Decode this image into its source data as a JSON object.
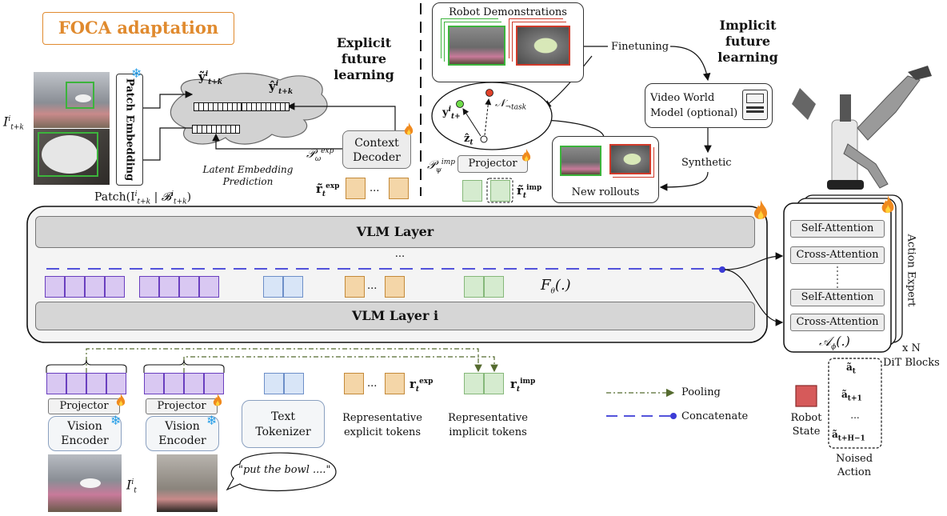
{
  "title": "FOCA adaptation",
  "section_explicit": [
    "Explicit",
    "future",
    "learning"
  ],
  "section_implicit": [
    "Implicit",
    "future",
    "learning"
  ],
  "left": {
    "input_label": "I",
    "input_sup": "i",
    "input_sub": "t+k",
    "patch_embedding": "Patch Embedding",
    "patch_label": "Patch(I",
    "patch_label_tail": " | 𝓑",
    "y_tilde": "ỹ",
    "y_hat": "ŷ",
    "y_sup": "i",
    "y_sub": "t+k",
    "latent_caption": [
      "Latent Embedding",
      "Prediction"
    ],
    "context_decoder": [
      "Context",
      "Decoder"
    ],
    "p_omega": "𝒫",
    "p_omega_sub": "ω",
    "p_omega_sup": "exp",
    "r_exp_tilde": "r̃",
    "r_exp_sub": "t",
    "r_exp_sup": "exp"
  },
  "mid": {
    "robot_demos": "Robot Demonstrations",
    "finetuning": "Finetuning",
    "latent_y": "y",
    "latent_y_sub": "t+",
    "latent_y_sup": "i",
    "latent_n": "𝒩",
    "latent_n_sub": "¬task",
    "latent_z": "ẑ",
    "latent_z_sub": "t",
    "p_psi": "𝒫",
    "p_psi_sub": "ψ",
    "p_psi_sup": "imp",
    "projector": "Projector",
    "r_imp_tilde": "r̃",
    "r_imp_sub": "t",
    "r_imp_sup": "imp",
    "new_rollouts": "New rollouts"
  },
  "right": {
    "world_model": [
      "Video World",
      "Model (optional)"
    ],
    "synthetic": "Synthetic"
  },
  "vlm": {
    "layer_top": "VLM Layer",
    "dots": "...",
    "layer_i": "VLM Layer i",
    "f_theta": "F",
    "f_theta_sub": "θ",
    "f_theta_tail": "(.)",
    "token_dots": "..."
  },
  "action_expert": {
    "blocks": [
      "Self-Attention",
      "Cross-Attention",
      "Self-Attention",
      "Cross-Attention"
    ],
    "title": "Action Expert",
    "a_phi": "𝒜",
    "a_phi_sub": "ϕ",
    "a_phi_tail": "(.)",
    "xn": "x N",
    "dit": "DiT Blocks"
  },
  "bottom": {
    "projector1": "Projector",
    "vision1": [
      "Vision",
      "Encoder"
    ],
    "projector2": "Projector",
    "vision2": [
      "Vision",
      "Encoder"
    ],
    "it_label": "I",
    "it_sup": "i",
    "it_sub": "t",
    "prompt": "\"put the bowl ....\"",
    "text_tokenizer": [
      "Text",
      "Tokenizer"
    ],
    "exp_dots": "...",
    "r_exp": "r",
    "r_exp_sub": "t",
    "r_exp_sup": "exp",
    "r_imp": "r",
    "r_imp_sub": "t",
    "r_imp_sup": "imp",
    "rep_explicit": [
      "Representative",
      "explicit tokens"
    ],
    "rep_implicit": [
      "Representative",
      "implicit tokens"
    ]
  },
  "legend": {
    "pooling": "Pooling",
    "concatenate": "Concatenate"
  },
  "noised": {
    "robot_state": [
      "Robot",
      "State"
    ],
    "actions": [
      "ã",
      "ã",
      "...",
      "ã"
    ],
    "action_subs": [
      "t",
      "t+1",
      "",
      "t+H−1"
    ],
    "caption": [
      "Noised",
      "Action"
    ]
  },
  "colors": {
    "orange_title": "#e08a2e",
    "blue_dash": "#3b3bd6",
    "green_frame": "#3cb43c",
    "red_frame": "#d03a2a",
    "pooling": "#556b2f"
  }
}
